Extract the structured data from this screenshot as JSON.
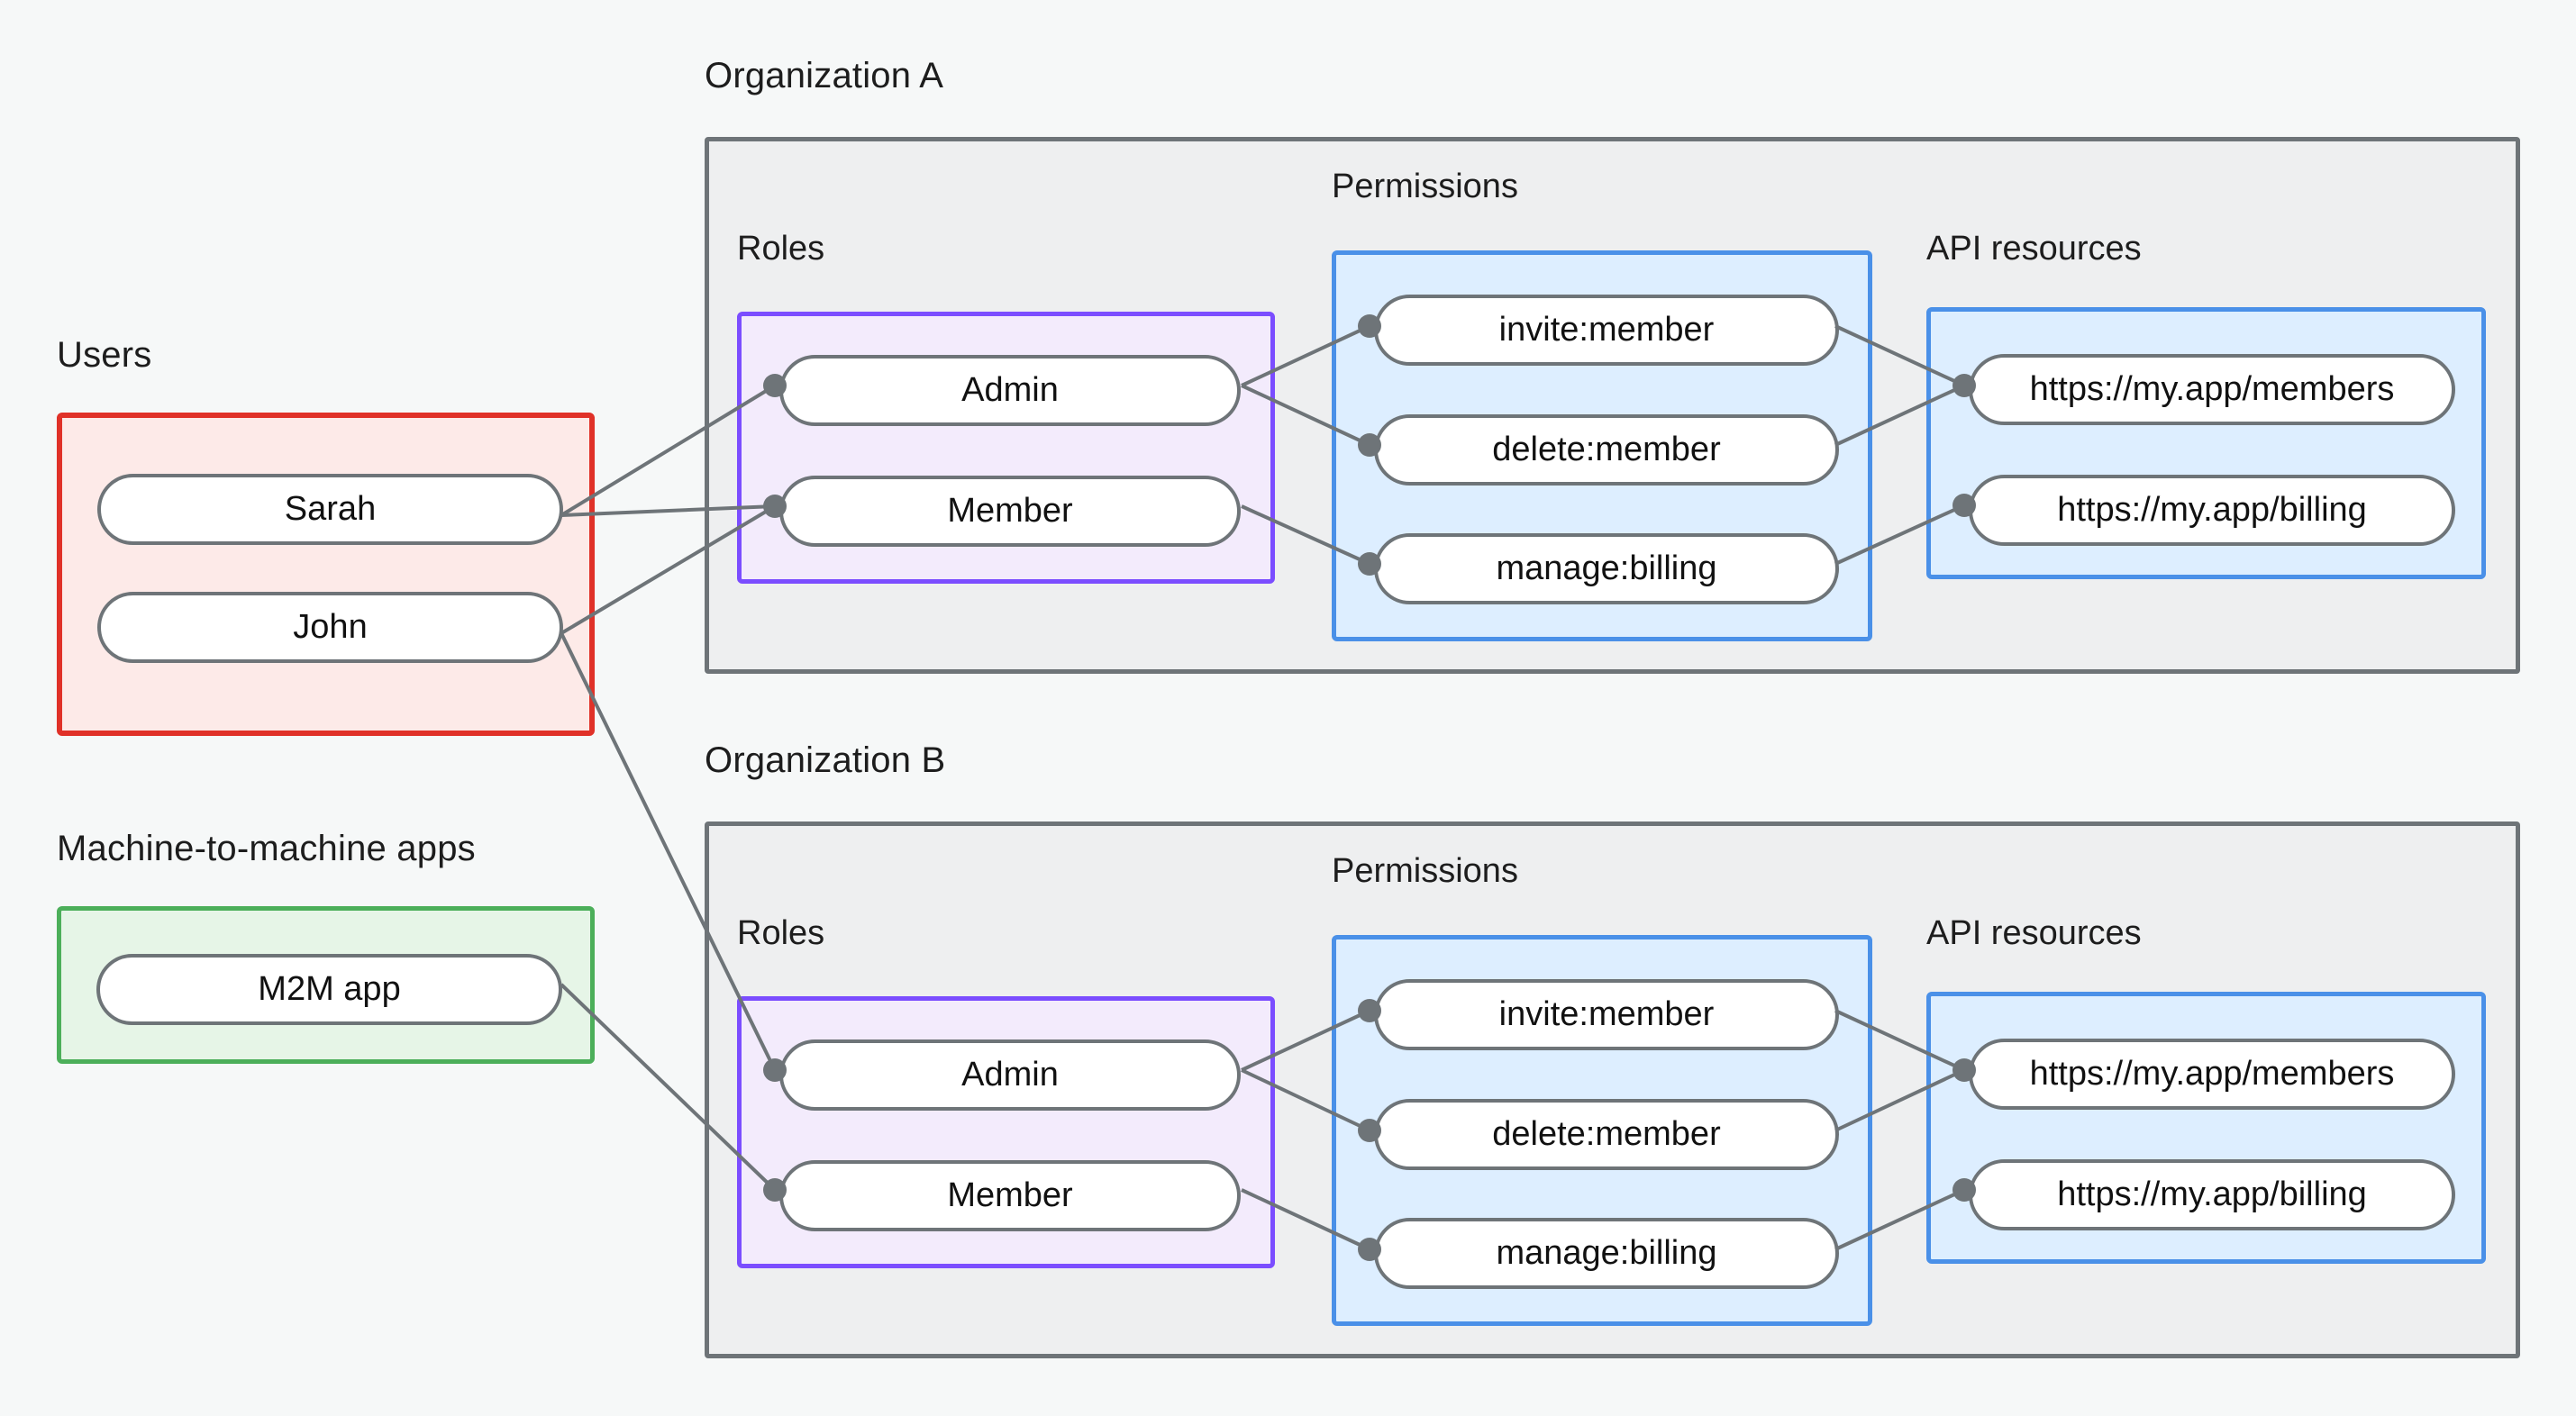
{
  "diagram": {
    "title_users": "Users",
    "title_m2m": "Machine-to-machine apps",
    "title_org_a": "Organization A",
    "title_org_b": "Organization B",
    "label_roles": "Roles",
    "label_permissions": "Permissions",
    "label_api_resources": "API resources",
    "colors": {
      "canvas_bg": "#f6f8f8",
      "org_bg": "#eeeff0",
      "org_border": "#6e7478",
      "users_bg": "#fdeae8",
      "users_border": "#e03128",
      "m2m_bg": "#e6f5e7",
      "m2m_border": "#4caf5a",
      "roles_bg": "#f3ebfc",
      "roles_border": "#7b4dff",
      "blue_bg": "#ddeeff",
      "blue_border": "#4a90e8",
      "node_fill": "#ffffff",
      "node_border": "#6e7478",
      "edge": "#6e7478"
    }
  },
  "users": {
    "items": [
      {
        "label": "Sarah"
      },
      {
        "label": "John"
      }
    ]
  },
  "m2m": {
    "items": [
      {
        "label": "M2M app"
      }
    ]
  },
  "org_a": {
    "roles": [
      {
        "label": "Admin"
      },
      {
        "label": "Member"
      }
    ],
    "permissions": [
      {
        "label": "invite:member"
      },
      {
        "label": "delete:member"
      },
      {
        "label": "manage:billing"
      }
    ],
    "api_resources": [
      {
        "label": "https://my.app/members"
      },
      {
        "label": "https://my.app/billing"
      }
    ]
  },
  "org_b": {
    "roles": [
      {
        "label": "Admin"
      },
      {
        "label": "Member"
      }
    ],
    "permissions": [
      {
        "label": "invite:member"
      },
      {
        "label": "delete:member"
      },
      {
        "label": "manage:billing"
      }
    ],
    "api_resources": [
      {
        "label": "https://my.app/members"
      },
      {
        "label": "https://my.app/billing"
      }
    ]
  },
  "connections": {
    "description": [
      "Sarah -> Organization A Admin",
      "Sarah -> Organization A Member",
      "John -> Organization A Member",
      "John -> Organization B Admin",
      "M2M app -> Organization B Member",
      "Admin -> invite:member",
      "Admin -> delete:member",
      "Member -> manage:billing",
      "invite:member -> https://my.app/members",
      "delete:member -> https://my.app/members",
      "manage:billing -> https://my.app/billing"
    ]
  }
}
